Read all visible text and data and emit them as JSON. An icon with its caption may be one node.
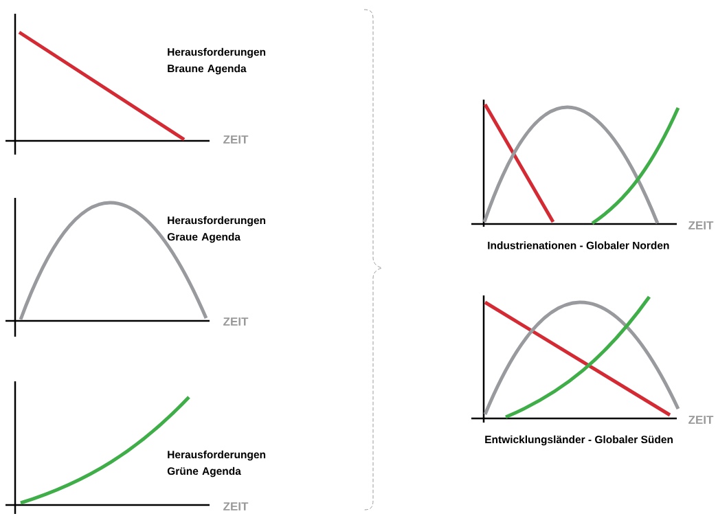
{
  "diagram": {
    "labels": [
      "Herausforderungen Braune Agenda",
      "ZEIT",
      "Herausforderungen Graue Agenda",
      "ZEIT",
      "Herausforderungen Grüne Agenda",
      "ZEIT",
      "ZEIT",
      "Industrienationen - Globaler Norden",
      "ZEIT",
      "Entwicklungsländer - Globaler Süden"
    ]
  }
}
